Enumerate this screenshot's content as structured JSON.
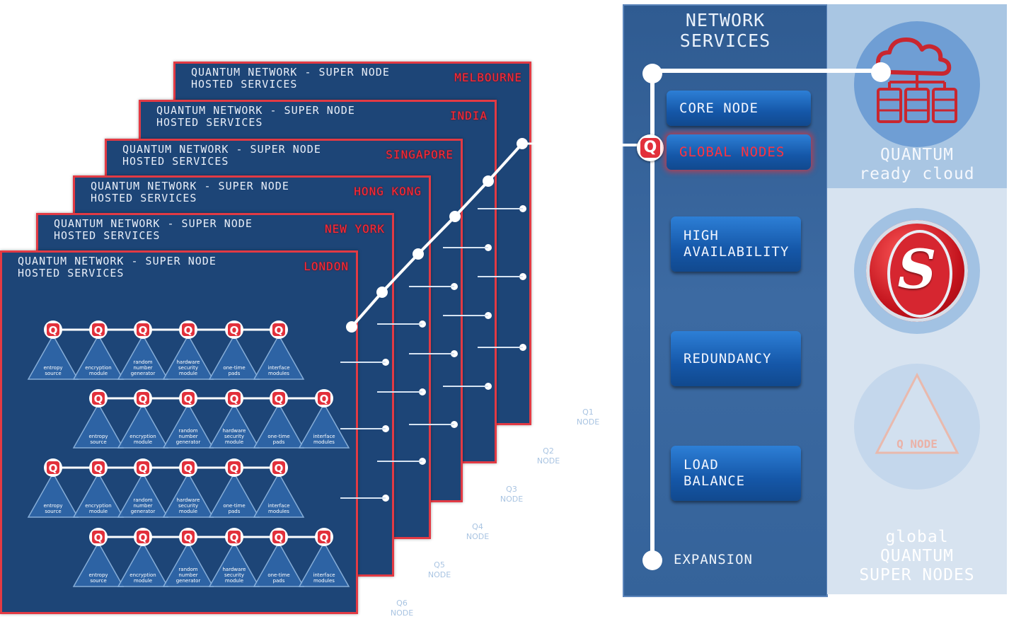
{
  "cards": [
    {
      "title": "QUANTUM NETWORK - SUPER NODE\nHOSTED SERVICES",
      "city": "MELBOURNE"
    },
    {
      "title": "QUANTUM NETWORK - SUPER NODE\nHOSTED SERVICES",
      "city": "INDIA"
    },
    {
      "title": "QUANTUM NETWORK - SUPER NODE\nHOSTED SERVICES",
      "city": "SINGAPORE"
    },
    {
      "title": "QUANTUM NETWORK - SUPER NODE\nHOSTED SERVICES",
      "city": "HONG KONG"
    },
    {
      "title": "QUANTUM NETWORK - SUPER NODE\nHOSTED SERVICES",
      "city": "NEW YORK"
    },
    {
      "title": "QUANTUM NETWORK - SUPER NODE\nHOSTED SERVICES",
      "city": "LONDON"
    }
  ],
  "module_labels": [
    "entropy\nsource",
    "encryption\nmodule",
    "random\nnumber\ngenerator",
    "hardware\nsecurity\nmodule",
    "one-time\npads",
    "interface\nmodules"
  ],
  "q_glyph": "Q",
  "node_tags": [
    {
      "id": "Q1",
      "label": "NODE"
    },
    {
      "id": "Q2",
      "label": "NODE"
    },
    {
      "id": "Q3",
      "label": "NODE"
    },
    {
      "id": "Q4",
      "label": "NODE"
    },
    {
      "id": "Q5",
      "label": "NODE"
    },
    {
      "id": "Q6",
      "label": "NODE"
    }
  ],
  "services": {
    "title": "NETWORK\nSERVICES",
    "buttons": {
      "core_node": "CORE NODE",
      "global_nodes": "GLOBAL NODES",
      "high_availability": "HIGH\nAVAILABILITY",
      "redundancy": "REDUNDANCY",
      "load_balance": "LOAD\nBALANCE"
    },
    "expansion": "EXPANSION",
    "q_marker": "Q"
  },
  "cloud": {
    "caption_top": "QUANTUM\nready cloud",
    "q_node_label": "Q NODE",
    "s_logo": "S",
    "caption_bottom": "global\nQUANTUM\nSUPER NODES"
  },
  "colors": {
    "accent_red": "#e23a44",
    "card_blue": "#1d4577",
    "panel_blue": "#3c6aa2",
    "button_blue": "#1557a8"
  }
}
